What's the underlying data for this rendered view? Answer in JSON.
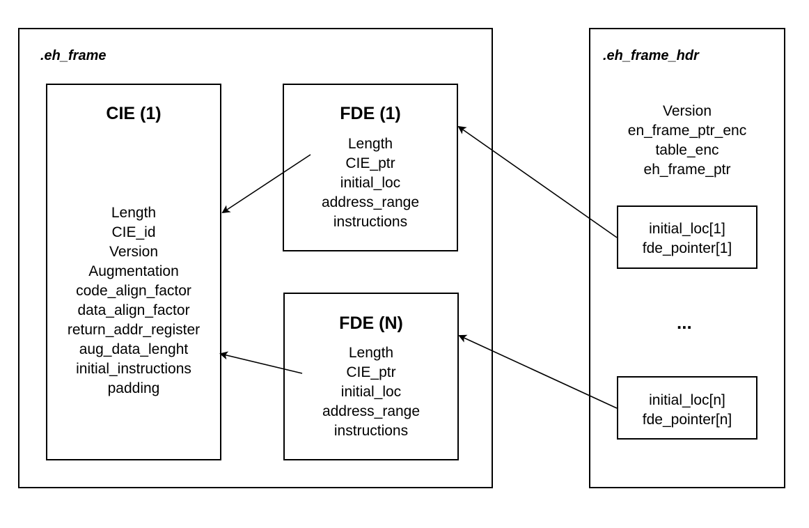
{
  "eh_frame": {
    "title": ".eh_frame",
    "cie": {
      "title": "CIE (1)",
      "fields": [
        "Length",
        "CIE_id",
        "Version",
        "Augmentation",
        "code_align_factor",
        "data_align_factor",
        "return_addr_register",
        "aug_data_lenght",
        "initial_instructions",
        "padding"
      ]
    },
    "fde_1": {
      "title": "FDE (1)",
      "fields": [
        "Length",
        "CIE_ptr",
        "initial_loc",
        "address_range",
        "instructions"
      ]
    },
    "fde_n": {
      "title": "FDE (N)",
      "fields": [
        "Length",
        "CIE_ptr",
        "initial_loc",
        "address_range",
        "instructions"
      ]
    }
  },
  "eh_frame_hdr": {
    "title": ".eh_frame_hdr",
    "header_fields": [
      "Version",
      "en_frame_ptr_enc",
      "table_enc",
      "eh_frame_ptr"
    ],
    "entry_1": [
      "initial_loc[1]",
      "fde_pointer[1]"
    ],
    "ellipsis": "...",
    "entry_n": [
      "initial_loc[n]",
      "fde_pointer[n]"
    ]
  },
  "colors": {
    "stroke": "#000000",
    "background": "#ffffff"
  }
}
